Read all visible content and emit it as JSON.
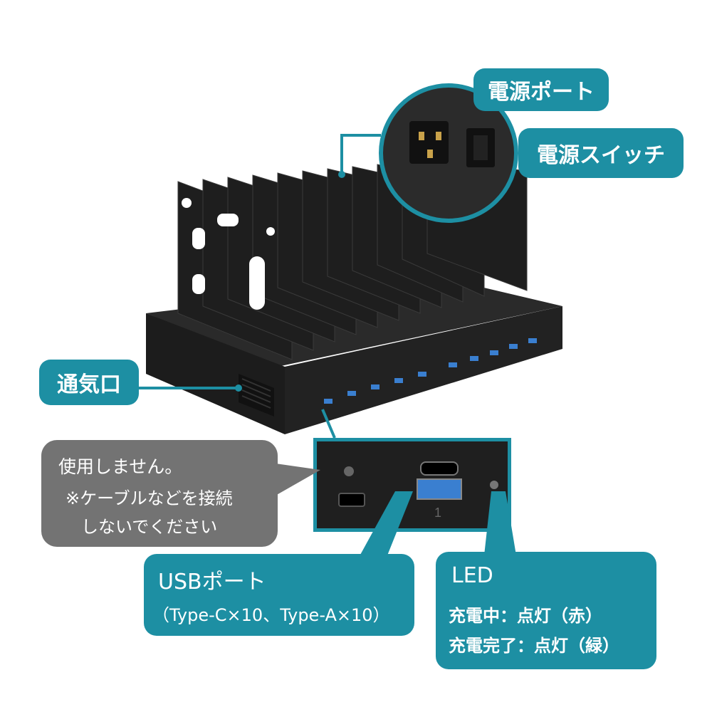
{
  "labels": {
    "power_port": "電源ポート",
    "power_switch": "電源スイッチ",
    "vent": "通気口"
  },
  "warning": {
    "lines": [
      "使用しません。",
      "※ケーブルなどを接続",
      "しないでください"
    ]
  },
  "usb_callout": {
    "title": "USBポート",
    "detail": "（Type-C×10、Type-A×10）"
  },
  "led_callout": {
    "title": "LED",
    "charging": "充電中：点灯（赤）",
    "complete": "充電完了：点灯（緑）"
  },
  "panel": {
    "port_number": "1"
  },
  "device": {
    "port_count": 10,
    "slot_count": 10
  },
  "colors": {
    "accent": "#1d8fa3",
    "warning_bg": "#737373",
    "device": "#1a1a1a",
    "usb_blue": "#3a7fd0"
  }
}
